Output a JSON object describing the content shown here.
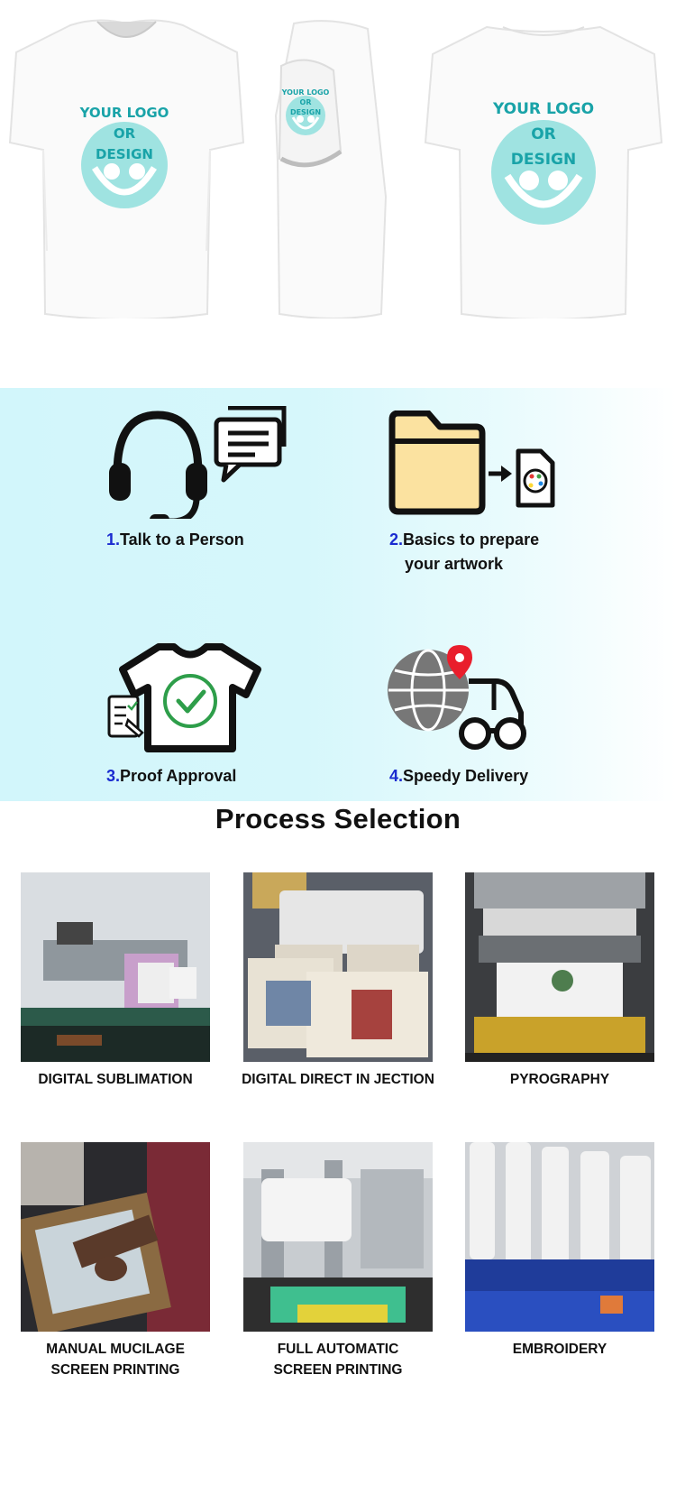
{
  "mockups": {
    "front": {
      "line1": "YOUR LOGO",
      "line2": "OR",
      "line3": "DESIGN"
    },
    "sleeve": {
      "line1": "YOUR LOGO",
      "line2": "OR",
      "line3": "DESIGN"
    },
    "back": {
      "line1": "YOUR LOGO",
      "line2": "OR",
      "line3": "DESIGN"
    },
    "logo_color": "#19a3a8",
    "smiley_color": "#9fe3e1"
  },
  "steps": [
    {
      "num": "1.",
      "label": "Talk to a Person",
      "icon": "headset-chat-icon"
    },
    {
      "num": "2.",
      "label_line1": "Basics to prepare",
      "label_line2": "your artwork",
      "icon": "folder-artwork-icon"
    },
    {
      "num": "3.",
      "label": "Proof Approval",
      "icon": "shirt-check-icon"
    },
    {
      "num": "4.",
      "label": "Speedy Delivery",
      "icon": "globe-truck-icon"
    }
  ],
  "number_color": "#1a2bd0",
  "process": {
    "title": "Process Selection",
    "items": [
      {
        "line1": "DIGITAL SUBLIMATION",
        "line2": ""
      },
      {
        "line1": "DIGITAL DIRECT IN JECTION",
        "line2": ""
      },
      {
        "line1": "PYROGRAPHY",
        "line2": ""
      },
      {
        "line1": "MANUAL MUCILAGE",
        "line2": "SCREEN PRINTING"
      },
      {
        "line1": "FULL AUTOMATIC",
        "line2": "SCREEN PRINTING"
      },
      {
        "line1": "EMBROIDERY",
        "line2": ""
      }
    ]
  }
}
